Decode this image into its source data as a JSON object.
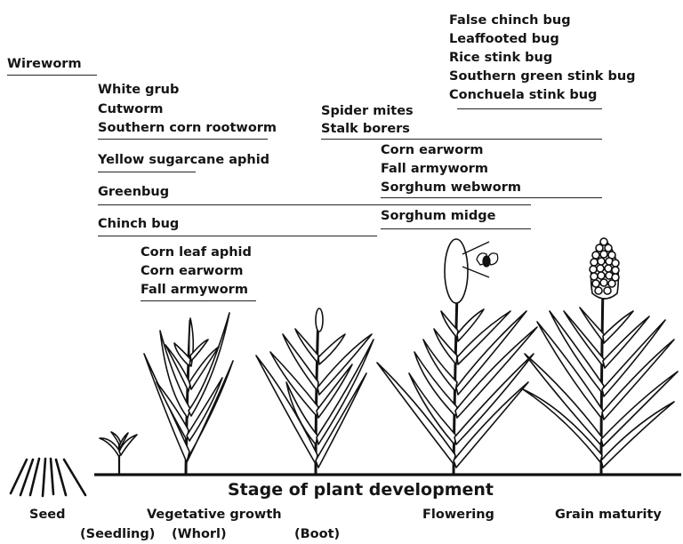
{
  "title": "Stage of plant development",
  "pests": [
    {
      "id": "wireworm",
      "name": "Wireworm"
    },
    {
      "id": "false-chinch",
      "name": "False chinch bug"
    },
    {
      "id": "leaffooted",
      "name": "Leaffooted bug"
    },
    {
      "id": "rice-stink",
      "name": "Rice stink bug"
    },
    {
      "id": "southern-green",
      "name": "Southern green stink bug"
    },
    {
      "id": "conchuela",
      "name": "Conchuela stink bug"
    },
    {
      "id": "white-grub",
      "name": "White grub"
    },
    {
      "id": "cutworm",
      "name": "Cutworm"
    },
    {
      "id": "southern-corn-rootworm",
      "name": "Southern corn rootworm"
    },
    {
      "id": "spider-mites",
      "name": "Spider mites"
    },
    {
      "id": "stalk-borers",
      "name": "Stalk borers"
    },
    {
      "id": "corn-earworm-late",
      "name": "Corn earworm"
    },
    {
      "id": "yellow-sugarcane-aphid",
      "name": "Yellow sugarcane aphid"
    },
    {
      "id": "fall-armyworm-late",
      "name": "Fall armyworm"
    },
    {
      "id": "greenbug",
      "name": "Greenbug"
    },
    {
      "id": "sorghum-webworm",
      "name": "Sorghum webworm"
    },
    {
      "id": "sorghum-midge",
      "name": "Sorghum midge"
    },
    {
      "id": "chinch-bug",
      "name": "Chinch bug"
    },
    {
      "id": "corn-leaf-aphid",
      "name": "Corn leaf aphid"
    },
    {
      "id": "corn-earworm-whorl",
      "name": "Corn earworm"
    },
    {
      "id": "fall-armyworm-whorl",
      "name": "Fall armyworm"
    }
  ],
  "stages": {
    "seed": "Seed",
    "vegetative": "Vegetative growth",
    "flowering": "Flowering",
    "grain": "Grain maturity",
    "seedling": "(Seedling)",
    "whorl": "(Whorl)",
    "boot": "(Boot)"
  }
}
